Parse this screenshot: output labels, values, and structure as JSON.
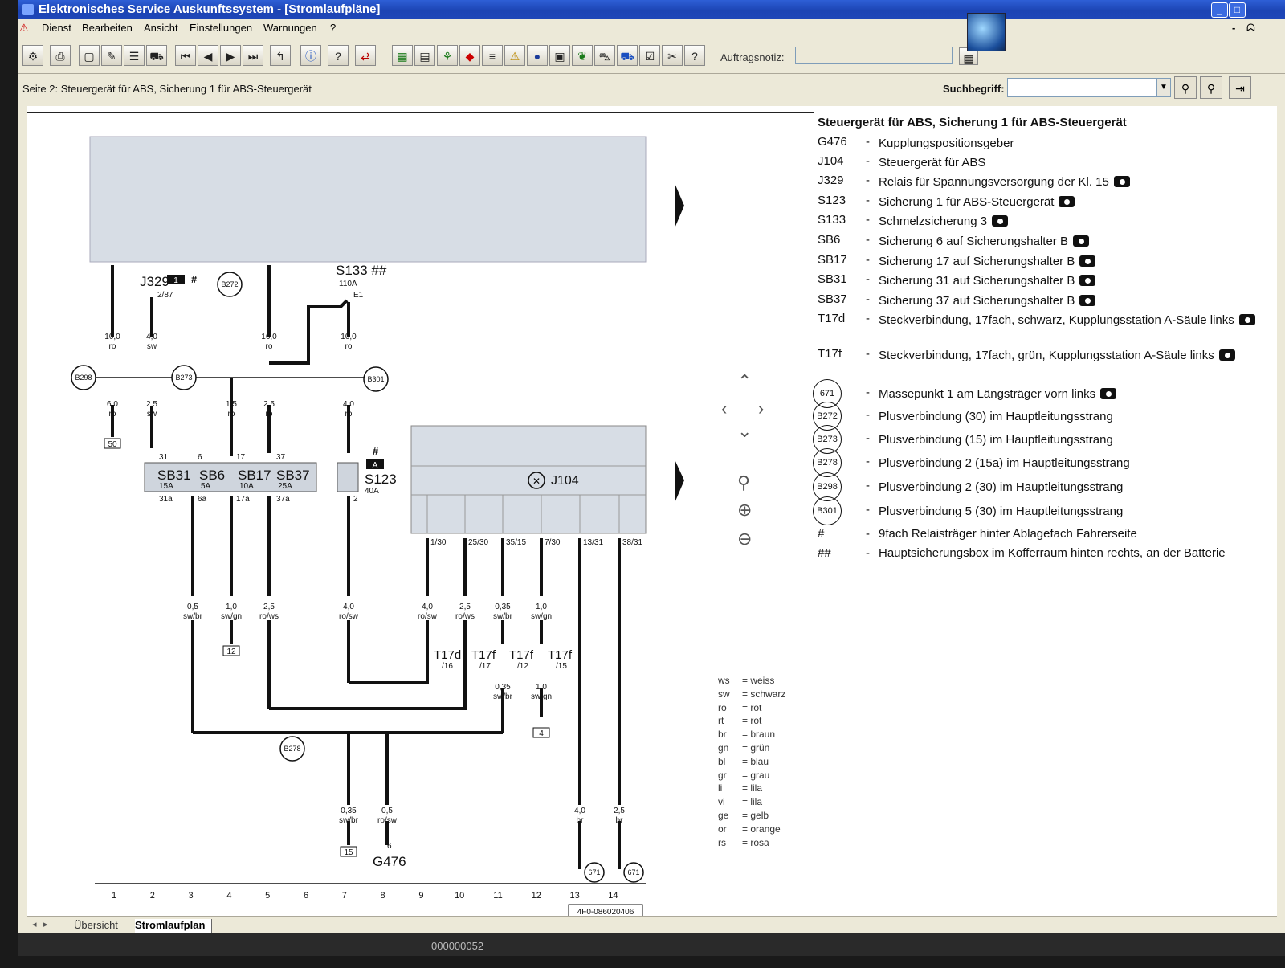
{
  "window": {
    "title": "Elektronisches Service Auskunftssystem - [Stromlaufpläne]"
  },
  "menu": [
    "Dienst",
    "Bearbeiten",
    "Ansicht",
    "Einstellungen",
    "Warnungen",
    "?"
  ],
  "toolbar": {
    "note_label": "Auftragsnotiz:",
    "note_value": ""
  },
  "statusbar": {
    "page_label": "Seite 2: Steuergerät für ABS, Sicherung 1 für ABS-Steuergerät",
    "search_label": "Suchbegriff:",
    "search_value": ""
  },
  "legend": {
    "title": "Steuergerät für ABS, Sicherung 1 für ABS-Steuergerät",
    "items": [
      {
        "code": "G476",
        "desc": "Kupplungspositionsgeber",
        "photo": false
      },
      {
        "code": "J104",
        "desc": "Steuergerät für ABS",
        "photo": false
      },
      {
        "code": "J329",
        "desc": "Relais für Spannungsversorgung der Kl. 15",
        "photo": true
      },
      {
        "code": "S123",
        "desc": "Sicherung 1 für ABS-Steuergerät",
        "photo": true
      },
      {
        "code": "S133",
        "desc": "Schmelzsicherung 3",
        "photo": true
      },
      {
        "code": "SB6",
        "desc": "Sicherung 6 auf Sicherungshalter B",
        "photo": true
      },
      {
        "code": "SB17",
        "desc": "Sicherung 17 auf Sicherungshalter B",
        "photo": true
      },
      {
        "code": "SB31",
        "desc": "Sicherung 31 auf Sicherungshalter B",
        "photo": true
      },
      {
        "code": "SB37",
        "desc": "Sicherung 37 auf Sicherungshalter B",
        "photo": true
      },
      {
        "code": "T17d",
        "desc": "Steckverbindung, 17fach, schwarz, Kupplungsstation A-Säule links",
        "photo": true
      },
      {
        "code": "T17f",
        "desc": "Steckverbindung, 17fach, grün, Kupplungsstation A-Säule links",
        "photo": true
      }
    ],
    "circles": [
      {
        "code": "671",
        "desc": "Massepunkt 1 am Längsträger vorn links",
        "photo": true
      },
      {
        "code": "B272",
        "desc": "Plusverbindung (30) im Hauptleitungsstrang",
        "photo": false
      },
      {
        "code": "B273",
        "desc": "Plusverbindung (15) im Hauptleitungsstrang",
        "photo": false
      },
      {
        "code": "B278",
        "desc": "Plusverbindung 2 (15a) im Hauptleitungsstrang",
        "photo": false
      },
      {
        "code": "B298",
        "desc": "Plusverbindung 2 (30) im Hauptleitungsstrang",
        "photo": false
      },
      {
        "code": "B301",
        "desc": "Plusverbindung 5 (30) im Hauptleitungsstrang",
        "photo": false
      }
    ],
    "notes": [
      {
        "code": "#",
        "desc": "9fach Relaisträger hinter Ablagefach Fahrerseite"
      },
      {
        "code": "##",
        "desc": "Hauptsicherungsbox im Kofferraum hinten rechts, an der Batterie"
      }
    ]
  },
  "colors": [
    {
      "abbr": "ws",
      "name": "= weiss"
    },
    {
      "abbr": "sw",
      "name": "= schwarz"
    },
    {
      "abbr": "ro",
      "name": "= rot"
    },
    {
      "abbr": "rt",
      "name": "= rot"
    },
    {
      "abbr": "br",
      "name": "= braun"
    },
    {
      "abbr": "gn",
      "name": "= grün"
    },
    {
      "abbr": "bl",
      "name": "= blau"
    },
    {
      "abbr": "gr",
      "name": "= grau"
    },
    {
      "abbr": "li",
      "name": "= lila"
    },
    {
      "abbr": "vi",
      "name": "= lila"
    },
    {
      "abbr": "ge",
      "name": "= gelb"
    },
    {
      "abbr": "or",
      "name": "= orange"
    },
    {
      "abbr": "rs",
      "name": "= rosa"
    }
  ],
  "diagram": {
    "track_numbers": [
      "1",
      "2",
      "3",
      "4",
      "5",
      "6",
      "7",
      "8",
      "9",
      "10",
      "11",
      "12",
      "13",
      "14"
    ],
    "part_number": "4F0-086020406",
    "labels": {
      "j329": "J329",
      "j329_pin": "2/87",
      "s133": "S133 ##",
      "s133_rating": "110A",
      "s133_pin": "E1",
      "sb31": "SB31",
      "sb31_a": "15A",
      "sb6": "SB6",
      "sb6_a": "5A",
      "sb17": "SB17",
      "sb17_a": "10A",
      "sb37": "SB37",
      "sb37_a": "25A",
      "s123": "S123",
      "s123_a": "40A",
      "j104": "J104",
      "g476": "G476",
      "w1_top": "10,0",
      "w1_top_c": "ro",
      "w1_bot": "6,0",
      "w1_bot_c": "ro",
      "b50": "50",
      "w2_top": "4,0",
      "w2_top_c": "sw",
      "w2_bot": "2,5",
      "w2_bot_c": "sw",
      "w4": "1,5",
      "w4_c": "ro",
      "w5_top": "16,0",
      "w5_top_c": "ro",
      "w5_bot": "2,5",
      "w5_bot_c": "ro",
      "w7_top": "10,0",
      "w7_top_c": "ro",
      "w7_bot": "4,0",
      "w7_bot_c": "ro",
      "p31": "31",
      "p6": "6",
      "p17": "17",
      "p37": "37",
      "p31a": "31a",
      "p6a": "6a",
      "p17a": "17a",
      "p37a": "37a",
      "p2": "2",
      "l3": "0,5",
      "l3c": "sw/br",
      "l4": "1,0",
      "l4c": "sw/gn",
      "b12": "12",
      "l5": "2,5",
      "l5c": "ro/ws",
      "l7": "4,0",
      "l7c": "ro/sw",
      "j1": "1/30",
      "j2": "25/30",
      "j3": "35/15",
      "j4": "7/30",
      "j5": "13/31",
      "j6": "38/31",
      "c1": "4,0",
      "c1c": "ro/sw",
      "c2": "2,5",
      "c2c": "ro/ws",
      "c3": "0,35",
      "c3c": "sw/br",
      "c4": "1,0",
      "c4c": "sw/gn",
      "t1": "T17d",
      "t1p": "/16",
      "t2": "T17f",
      "t2p": "/17",
      "t3": "T17f",
      "t3p": "/12",
      "t4": "T17f",
      "t4p": "/15",
      "d3": "0,35",
      "d3c": "sw/br",
      "d4": "1,0",
      "d4c": "sw/gn",
      "b4": "4",
      "e7": "0,35",
      "e7c": "sw/br",
      "b15": "15",
      "e8": "0,5",
      "e8c": "ro/sw",
      "g476pin": "6",
      "m13": "4,0",
      "m13c": "br",
      "m14": "2,5",
      "m14c": "br",
      "gnd": "671",
      "hash": "#",
      "a": "A",
      "one": "1"
    }
  },
  "tabs": {
    "overview": "Übersicht",
    "active": "Stromlaufplan"
  },
  "taskbar_text": "000000052"
}
